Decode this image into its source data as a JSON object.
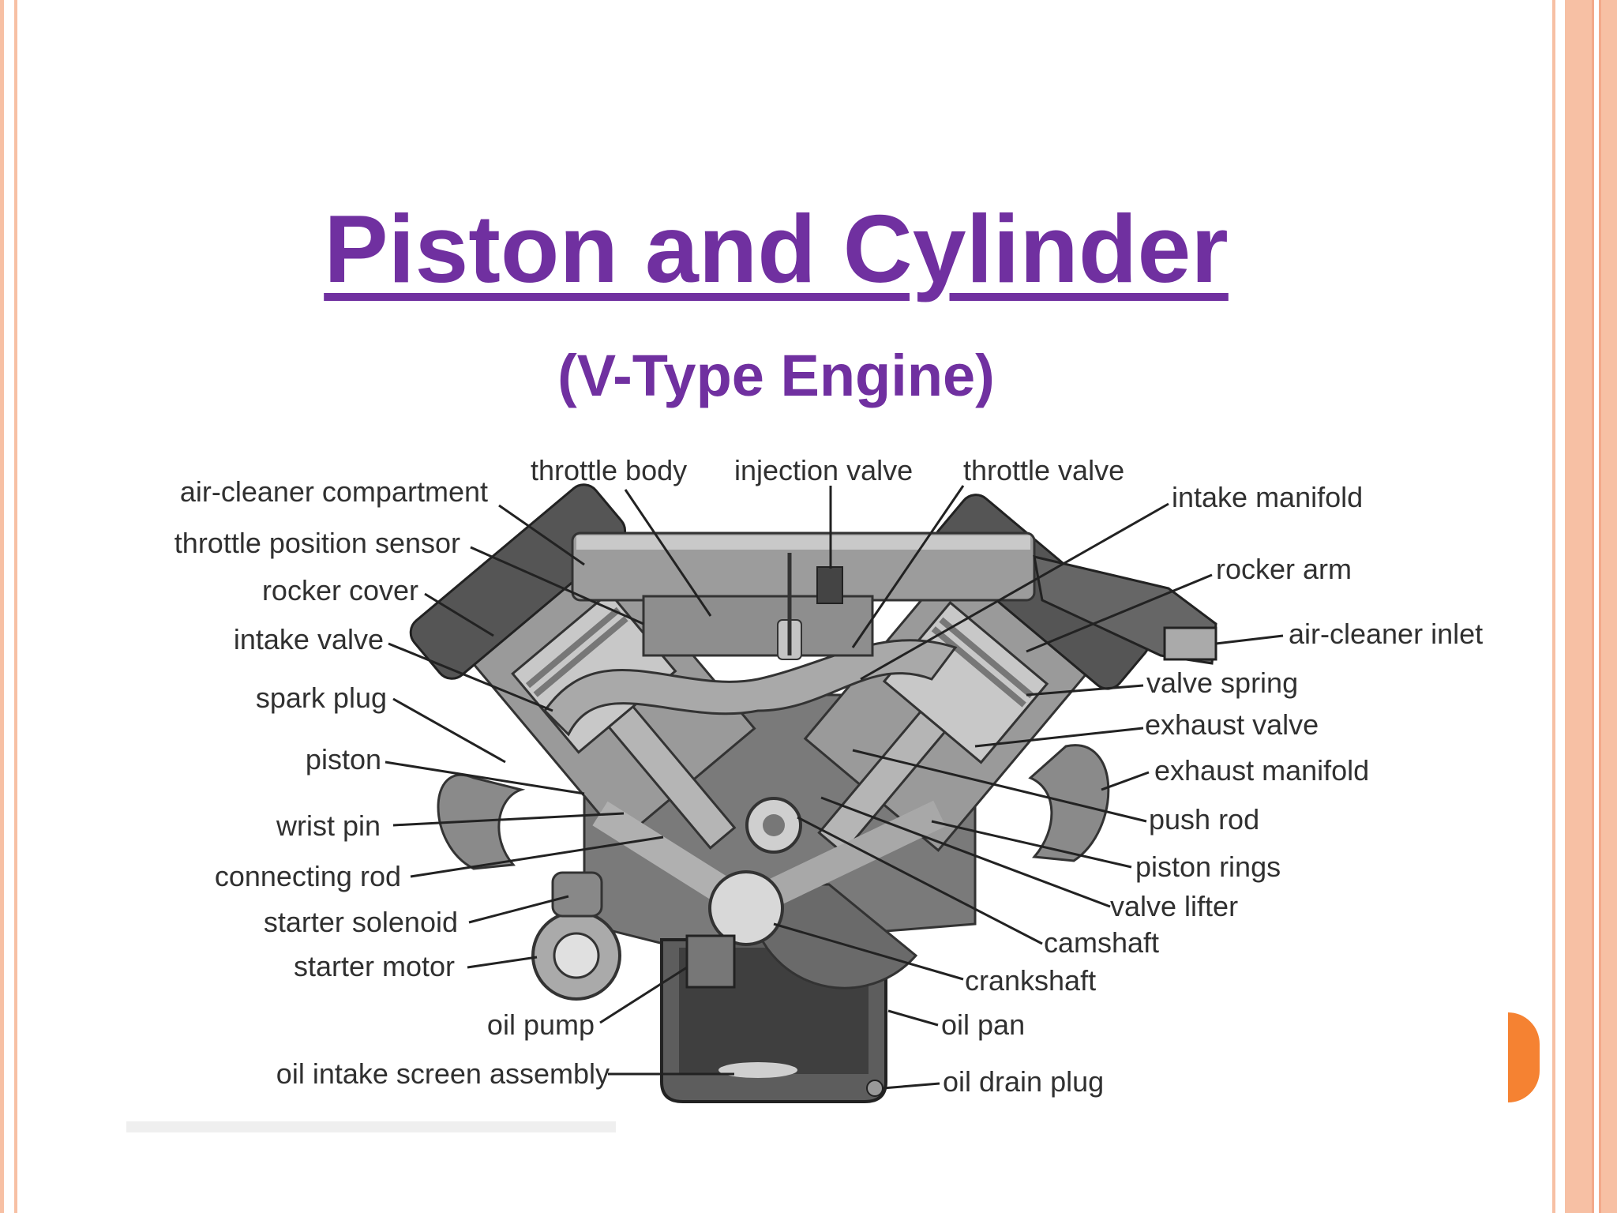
{
  "slide": {
    "title": "Piston and Cylinder",
    "subtitle": "(V-Type Engine)"
  },
  "diagram": {
    "labels": {
      "air_cleaner_compartment": "air-cleaner compartment",
      "throttle_position_sensor": "throttle position sensor",
      "rocker_cover": "rocker cover",
      "intake_valve": "intake valve",
      "spark_plug": "spark plug",
      "piston": "piston",
      "wrist_pin": "wrist pin",
      "connecting_rod": "connecting rod",
      "starter_solenoid": "starter solenoid",
      "starter_motor": "starter motor",
      "oil_pump": "oil pump",
      "oil_intake_screen_assembly": "oil intake screen assembly",
      "throttle_body": "throttle body",
      "injection_valve": "injection valve",
      "throttle_valve": "throttle valve",
      "intake_manifold": "intake manifold",
      "rocker_arm": "rocker arm",
      "air_cleaner_inlet": "air-cleaner inlet",
      "valve_spring": "valve spring",
      "exhaust_valve": "exhaust valve",
      "exhaust_manifold": "exhaust manifold",
      "push_rod": "push rod",
      "piston_rings": "piston rings",
      "valve_lifter": "valve lifter",
      "camshaft": "camshaft",
      "crankshaft": "crankshaft",
      "oil_pan": "oil pan",
      "oil_drain_plug": "oil drain plug"
    }
  },
  "colors": {
    "title": "#7030a0",
    "frame": "#f7c0a4",
    "nav_accent": "#f58232"
  }
}
